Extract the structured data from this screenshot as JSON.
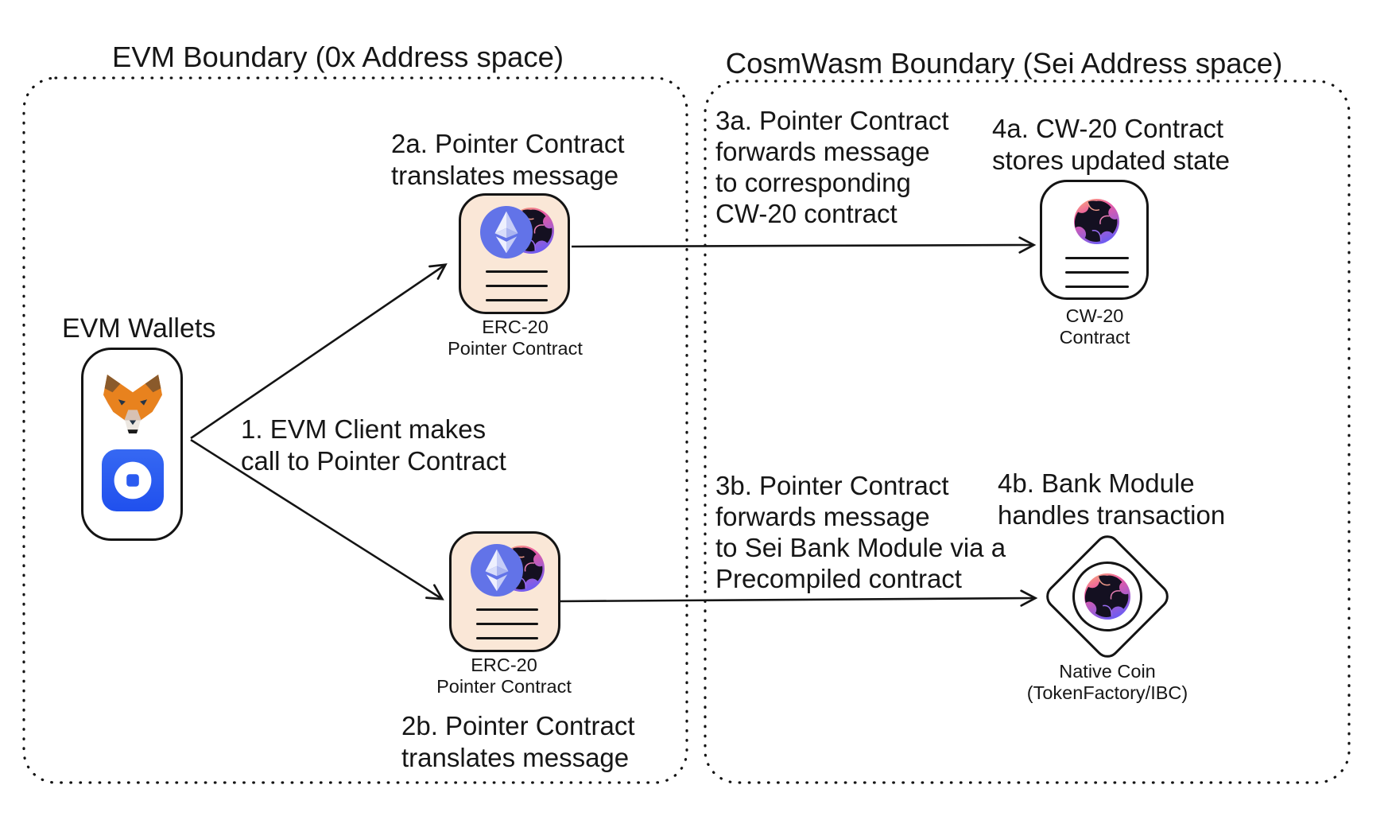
{
  "titles": {
    "evm": "EVM Boundary (0x Address space)",
    "cosmwasm": "CosmWasm Boundary (Sei Address space)"
  },
  "wallets": {
    "label": "EVM Wallets"
  },
  "steps": {
    "s1_l1": "1. EVM Client makes",
    "s1_l2": "call to Pointer Contract",
    "s2a_l1": "2a. Pointer Contract",
    "s2a_l2": "translates message",
    "s2b_l1": "2b. Pointer Contract",
    "s2b_l2": "translates message",
    "s3a_l1": "3a. Pointer Contract",
    "s3a_l2": "forwards message",
    "s3a_l3": "to corresponding",
    "s3a_l4": "CW-20 contract",
    "s3b_l1": "3b. Pointer Contract",
    "s3b_l2": "forwards message",
    "s3b_l3": "to Sei Bank Module via a",
    "s3b_l4": "Precompiled contract",
    "s4a_l1": "4a. CW-20 Contract",
    "s4a_l2": "stores updated state",
    "s4b_l1": "4b. Bank Module",
    "s4b_l2": "handles transaction"
  },
  "captions": {
    "pointer_a_l1": "ERC-20",
    "pointer_a_l2": "Pointer Contract",
    "pointer_b_l1": "ERC-20",
    "pointer_b_l2": "Pointer Contract",
    "cw20_l1": "CW-20",
    "cw20_l2": "Contract",
    "native_l1": "Native Coin",
    "native_l2": "(TokenFactory/IBC)"
  },
  "icons": {
    "metamask": "metamask-icon",
    "coinbase_wallet": "coinbase-wallet-icon",
    "ethereum": "ethereum-icon",
    "sei": "sei-icon"
  },
  "colors": {
    "ink": "#141414",
    "pointer_box_fill": "#fae7d7",
    "coinbase_blue": "#2b5bf0",
    "ethereum_purple": "#6273e8",
    "sei_gradient_top": "#f8a97a",
    "sei_gradient_mid": "#ec5ba2",
    "sei_gradient_bottom": "#6e5cf2",
    "sei_body": "#141021"
  }
}
